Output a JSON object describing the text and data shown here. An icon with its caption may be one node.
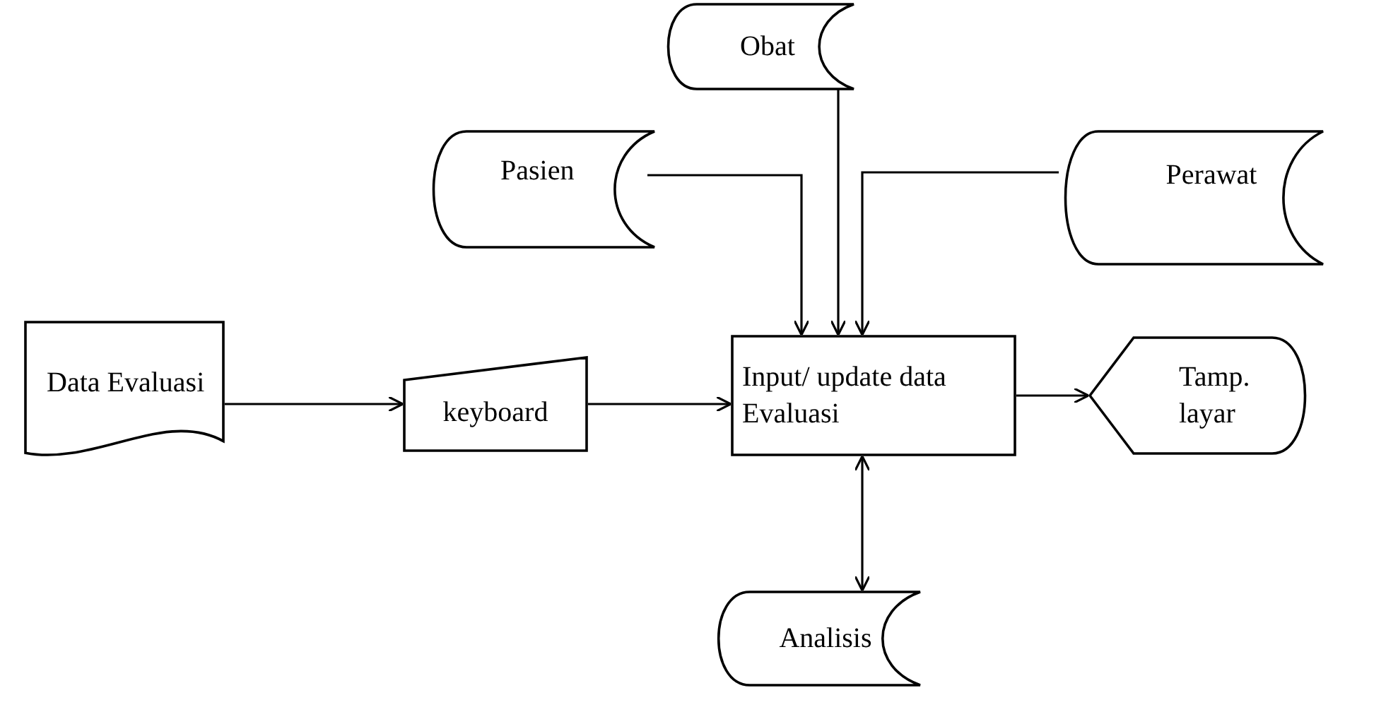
{
  "diagram": {
    "nodes": [
      {
        "text": [
          "Obat"
        ]
      },
      {
        "text": [
          "Pasien"
        ]
      },
      {
        "text": [
          "Perawat"
        ]
      },
      {
        "text": [
          "Data Evaluasi"
        ]
      },
      {
        "text": [
          "keyboard"
        ]
      },
      {
        "text": [
          "Input/ update data Evaluasi"
        ]
      },
      {
        "text": [
          "Tamp. layar"
        ]
      },
      {
        "text": [
          "Analisis"
        ]
      }
    ],
    "edges": [
      {
        "from": 1,
        "to": 5,
        "arrow": "to"
      },
      {
        "from": 0,
        "to": 5,
        "arrow": "to"
      },
      {
        "from": 2,
        "to": 5,
        "arrow": "to"
      },
      {
        "from": 3,
        "to": 4,
        "arrow": "to"
      },
      {
        "from": 4,
        "to": 5,
        "arrow": "to"
      },
      {
        "from": 5,
        "to": 6,
        "arrow": "to"
      },
      {
        "from": 5,
        "to": 7,
        "arrow": "both"
      }
    ]
  }
}
